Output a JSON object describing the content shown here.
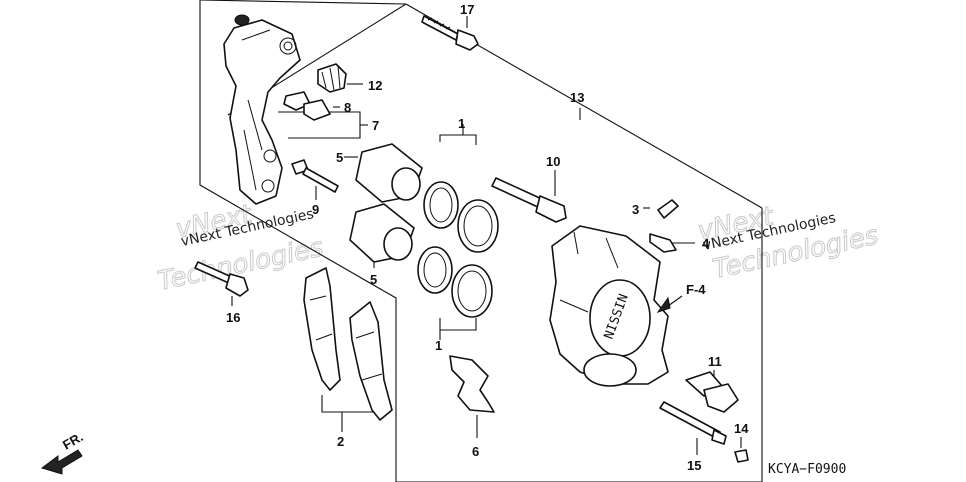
{
  "callouts": {
    "c1a": "1",
    "c1b": "1",
    "c2": "2",
    "c3": "3",
    "c4": "4",
    "c5a": "5",
    "c5b": "5",
    "c6": "6",
    "c7": "7",
    "c8": "8",
    "c9": "9",
    "c10": "10",
    "c11": "11",
    "c12": "12",
    "c13": "13",
    "c14": "14",
    "c15": "15",
    "c16": "16",
    "c17": "17"
  },
  "reference": "F-4",
  "front_marker": "FR.",
  "diagram_code": "KCYA−F0900",
  "watermark": {
    "text": "vNext Technologies",
    "brand_words": [
      "vNext",
      "Technologies"
    ]
  }
}
